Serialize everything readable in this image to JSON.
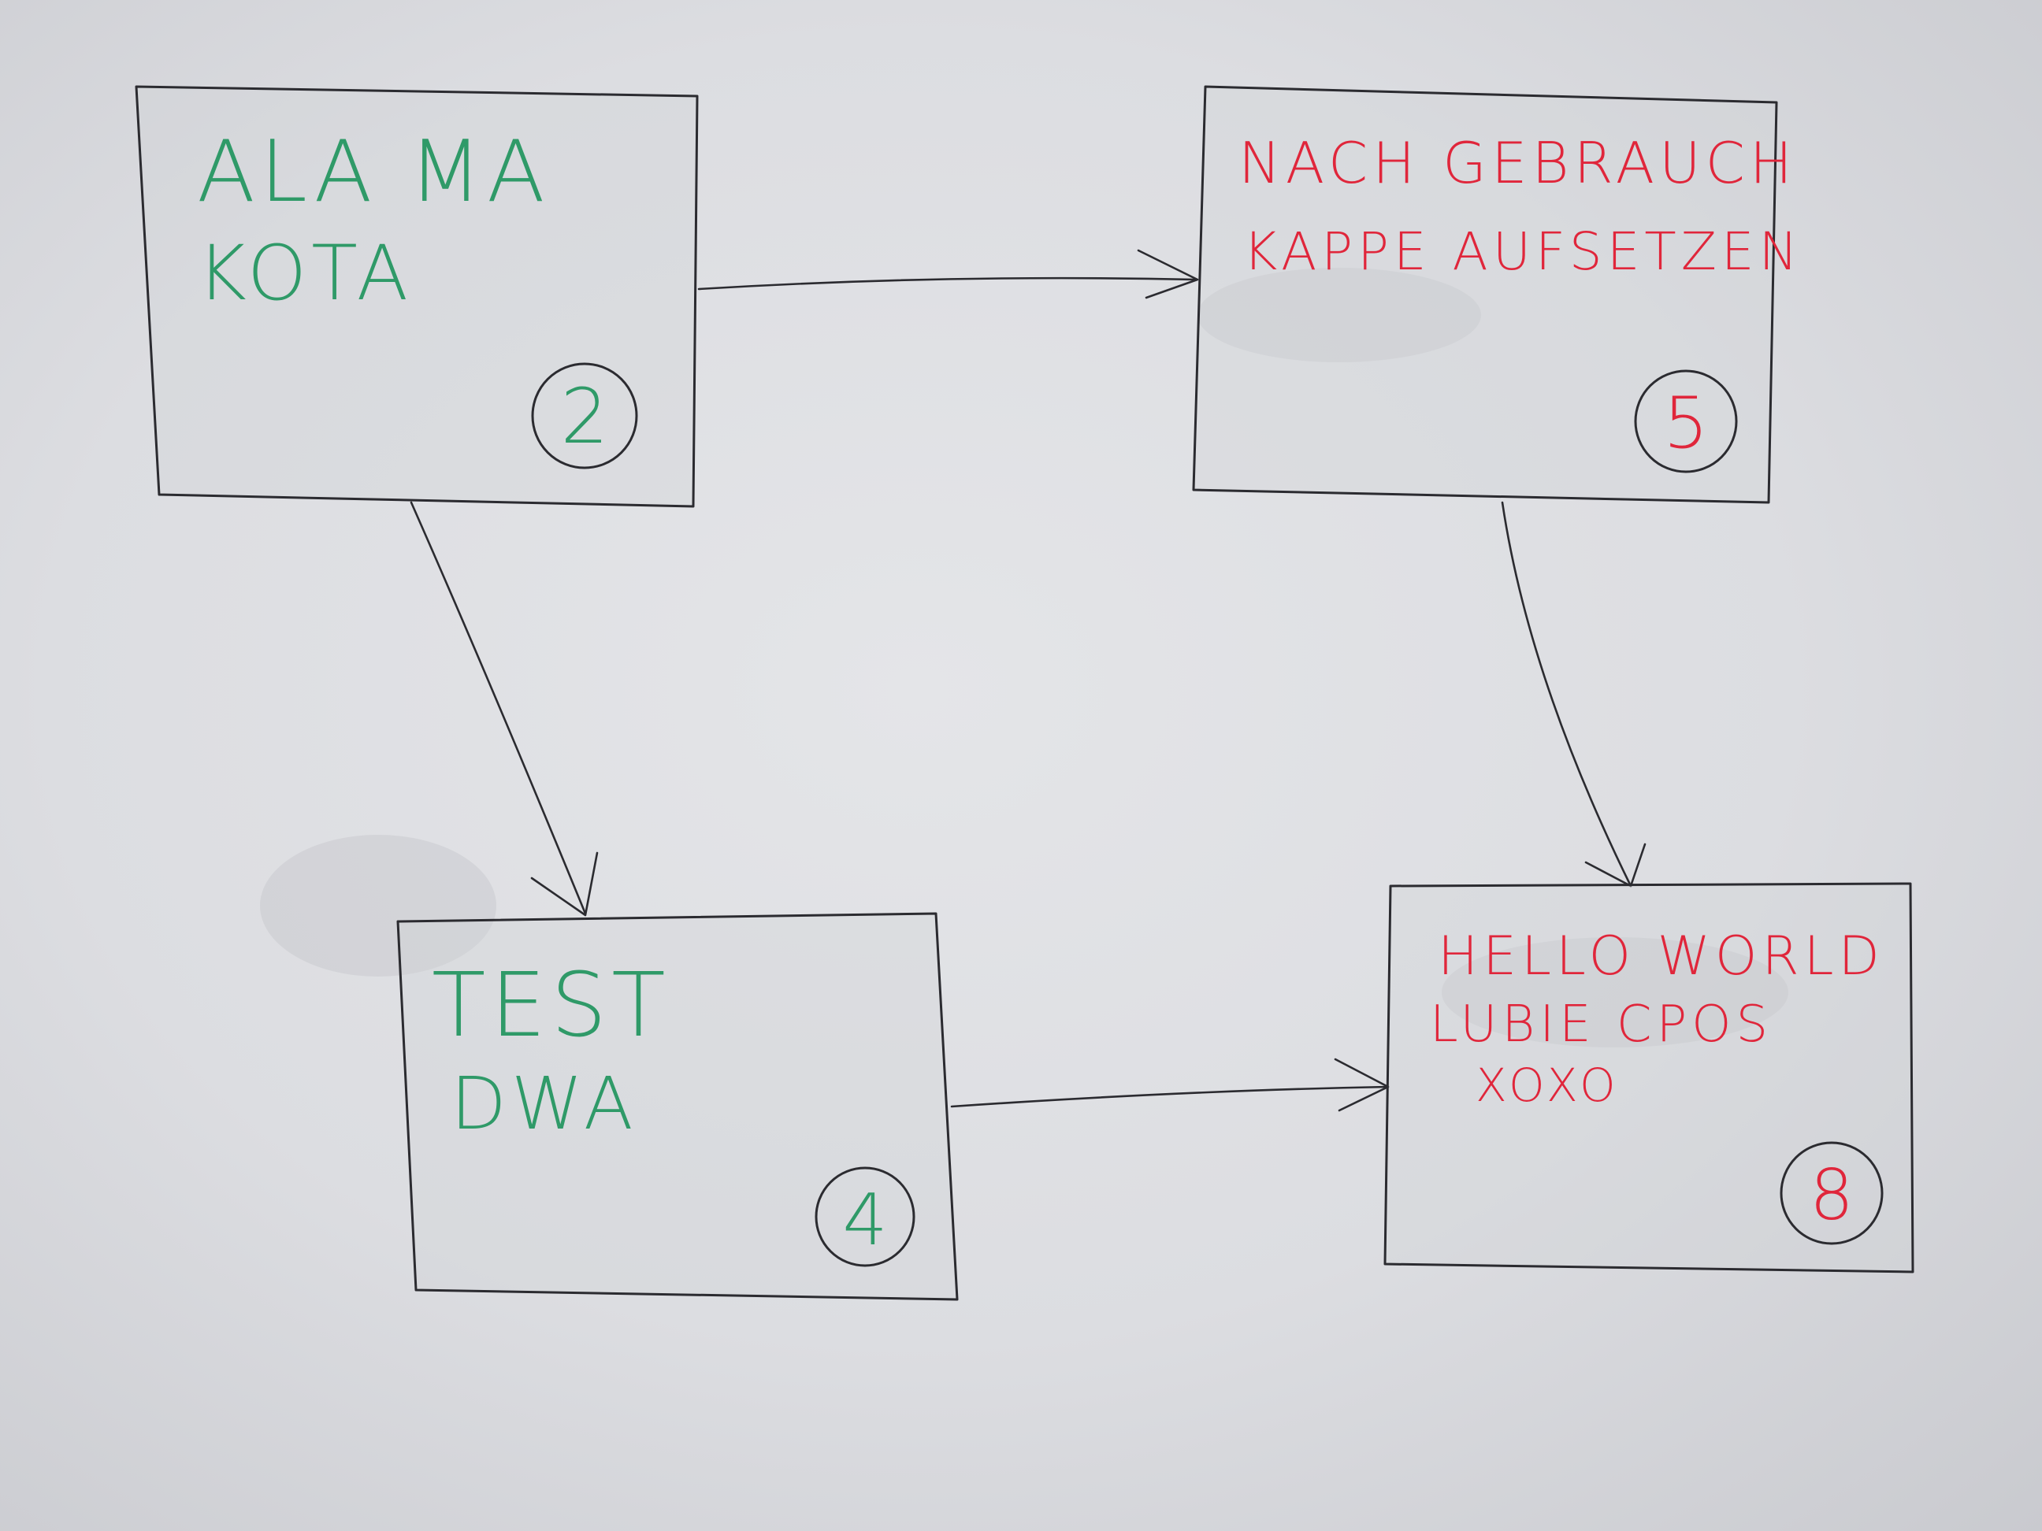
{
  "colors": {
    "green_marker": "#2f9a68",
    "red_marker": "#e0263b",
    "black_marker": "#2b2b30",
    "board": "#dcdde1"
  },
  "nodes": [
    {
      "id": "node-2",
      "line1": "ALA MA",
      "line2": "KOTA",
      "line3": "",
      "number": "2",
      "color": "green"
    },
    {
      "id": "node-5",
      "line1": "NACH GEBRAUCH",
      "line2": "KAPPE AUFSETZEN",
      "line3": "",
      "number": "5",
      "color": "red"
    },
    {
      "id": "node-4",
      "line1": "TEST",
      "line2": "DWA",
      "line3": "",
      "number": "4",
      "color": "green"
    },
    {
      "id": "node-8",
      "line1": "HELLO WORLD",
      "line2": "LUBIE CPOS",
      "line3": "XOXO",
      "number": "8",
      "color": "red"
    }
  ],
  "edges": [
    {
      "from": "2",
      "to": "5"
    },
    {
      "from": "2",
      "to": "4"
    },
    {
      "from": "5",
      "to": "8"
    },
    {
      "from": "4",
      "to": "8"
    }
  ]
}
